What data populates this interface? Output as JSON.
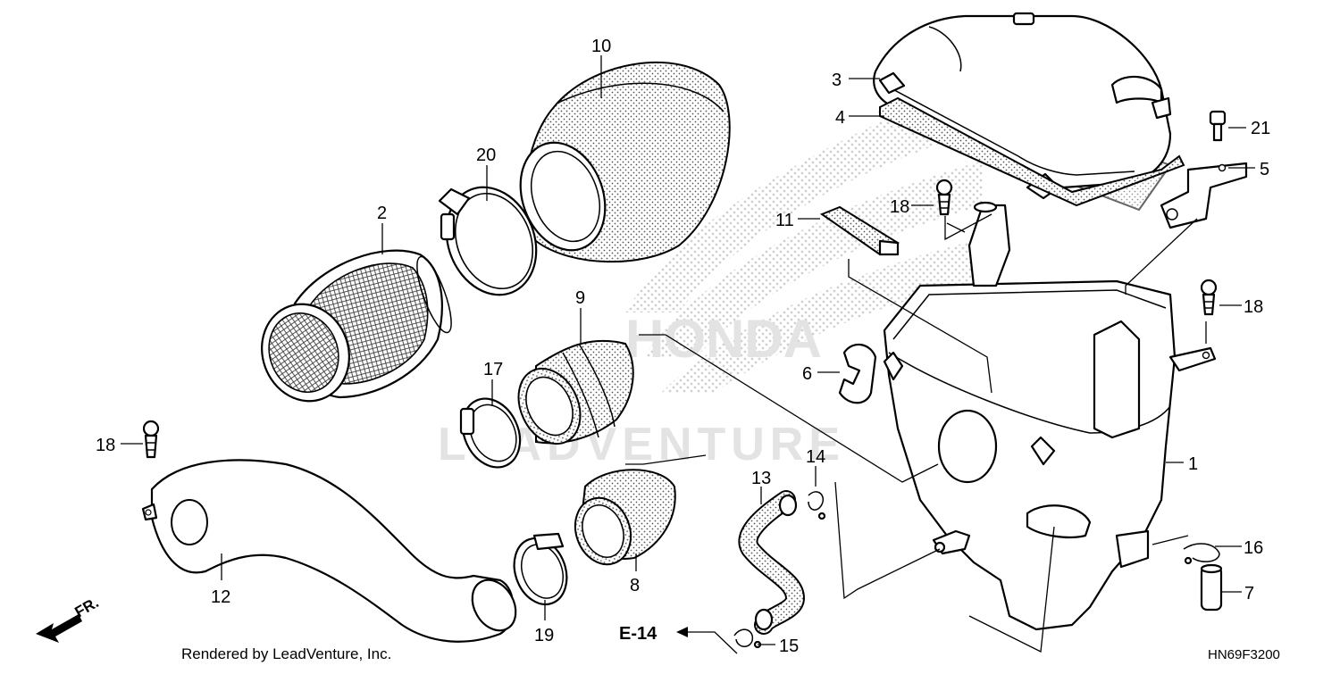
{
  "watermark": {
    "logo_text": "HONDA",
    "text": "LEADVENTURE"
  },
  "credit": "Rendered by LeadVenture, Inc.",
  "diagram_code": "HN69F3200",
  "front_indicator": "FR.",
  "reference": "E-14",
  "callouts": {
    "c1": "1",
    "c2": "2",
    "c3": "3",
    "c4": "4",
    "c5": "5",
    "c6": "6",
    "c7": "7",
    "c8": "8",
    "c9": "9",
    "c10": "10",
    "c11": "11",
    "c12": "12",
    "c13": "13",
    "c14": "14",
    "c15": "15",
    "c16": "16",
    "c17": "17",
    "c18a": "18",
    "c18b": "18",
    "c18c": "18",
    "c19": "19",
    "c20": "20",
    "c21": "21"
  }
}
